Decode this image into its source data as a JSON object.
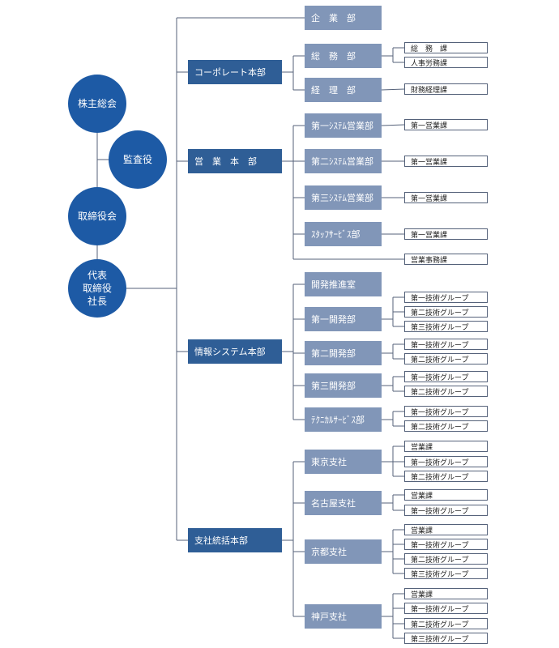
{
  "colors": {
    "circle": "#1d5aa5",
    "division": "#2f5e96",
    "department": "#8196b8",
    "line": "#55627a"
  },
  "circles": [
    "株主総会",
    "監査役",
    "取締役会",
    "代表\n取締役\n社長"
  ],
  "divisions": [
    {
      "name": "コーポレート本部",
      "departments": [
        {
          "name": "企　業　部",
          "sections": []
        },
        {
          "name": "総　務　部",
          "sections": [
            "総　務　課",
            "人事労務課"
          ]
        },
        {
          "name": "経　理　部",
          "sections": [
            "財務経理課"
          ]
        }
      ]
    },
    {
      "name": "営　業　本　部",
      "departments": [
        {
          "name": "第一ｼｽﾃﾑ営業部",
          "sections": [
            "第一営業課"
          ]
        },
        {
          "name": "第二ｼｽﾃﾑ営業部",
          "sections": [
            "第一営業課"
          ]
        },
        {
          "name": "第三ｼｽﾃﾑ営業部",
          "sections": [
            "第一営業課"
          ]
        },
        {
          "name": "ｽﾀｯﾌｻｰﾋﾞｽ部",
          "sections": [
            "第一営業課"
          ]
        }
      ],
      "direct_sections": [
        "営業事務課"
      ]
    },
    {
      "name": "情報システム本部",
      "departments": [
        {
          "name": "開発推進室",
          "sections": []
        },
        {
          "name": "第一開発部",
          "sections": [
            "第一技術グループ",
            "第二技術グループ",
            "第三技術グループ"
          ]
        },
        {
          "name": "第二開発部",
          "sections": [
            "第一技術グループ",
            "第二技術グループ"
          ]
        },
        {
          "name": "第三開発部",
          "sections": [
            "第一技術グループ",
            "第二技術グループ"
          ]
        },
        {
          "name": "ﾃｸﾆｶﾙｻｰﾋﾞｽ部",
          "sections": [
            "第一技術グループ",
            "第二技術グループ"
          ]
        }
      ]
    },
    {
      "name": "支社統括本部",
      "departments": [
        {
          "name": "東京支社",
          "sections": [
            "営業課",
            "第一技術グループ",
            "第二技術グループ"
          ]
        },
        {
          "name": "名古屋支社",
          "sections": [
            "営業課",
            "第一技術グループ"
          ]
        },
        {
          "name": "京都支社",
          "sections": [
            "営業課",
            "第一技術グループ",
            "第二技術グループ",
            "第三技術グループ"
          ]
        },
        {
          "name": "神戸支社",
          "sections": [
            "営業課",
            "第一技術グループ",
            "第二技術グループ",
            "第三技術グループ"
          ]
        }
      ]
    }
  ]
}
